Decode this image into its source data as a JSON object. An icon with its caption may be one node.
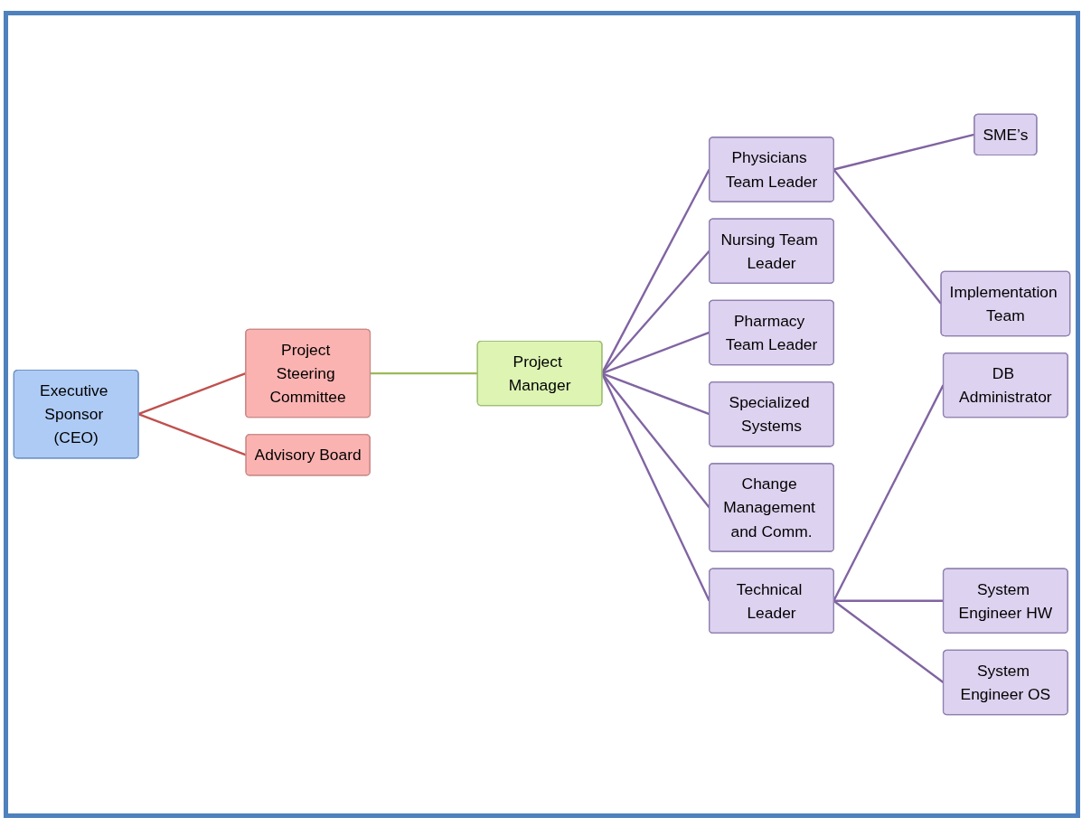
{
  "diagram": {
    "nodes": [
      {
        "text": [
          "Executive Sponsor (CEO)"
        ]
      },
      {
        "text": [
          "Project Steering Committee"
        ]
      },
      {
        "text": [
          "Advisory Board"
        ]
      },
      {
        "text": [
          "Project Manager"
        ]
      },
      {
        "text": [
          "Physicians Team Leader"
        ]
      },
      {
        "text": [
          "Nursing Team Leader"
        ]
      },
      {
        "text": [
          "Pharmacy Team Leader"
        ]
      },
      {
        "text": [
          "Specialized Systems"
        ]
      },
      {
        "text": [
          "Change Management and Comm."
        ]
      },
      {
        "text": [
          "Technical Leader"
        ]
      },
      {
        "text": [
          "SME’s"
        ]
      },
      {
        "text": [
          "Implementation Team"
        ]
      },
      {
        "text": [
          "DB Administrator"
        ]
      },
      {
        "text": [
          "System Engineer HW"
        ]
      },
      {
        "text": [
          "System Engineer OS"
        ]
      }
    ],
    "edges": [
      {
        "from": 0,
        "to": 1,
        "arrow": "none",
        "color": "#c0504d"
      },
      {
        "from": 0,
        "to": 2,
        "arrow": "none",
        "color": "#c0504d"
      },
      {
        "from": 1,
        "to": 3,
        "arrow": "none",
        "color": "#9bbb59"
      },
      {
        "from": 3,
        "to": 4,
        "arrow": "none"
      },
      {
        "from": 3,
        "to": 5,
        "arrow": "none"
      },
      {
        "from": 3,
        "to": 6,
        "arrow": "none"
      },
      {
        "from": 3,
        "to": 7,
        "arrow": "none"
      },
      {
        "from": 3,
        "to": 8,
        "arrow": "none"
      },
      {
        "from": 3,
        "to": 9,
        "arrow": "none"
      },
      {
        "from": 4,
        "to": 10,
        "arrow": "none"
      },
      {
        "from": 4,
        "to": 11,
        "arrow": "none"
      },
      {
        "from": 9,
        "to": 12,
        "arrow": "none"
      },
      {
        "from": 9,
        "to": 13,
        "arrow": "none"
      },
      {
        "from": 9,
        "to": 14,
        "arrow": "none"
      }
    ]
  }
}
